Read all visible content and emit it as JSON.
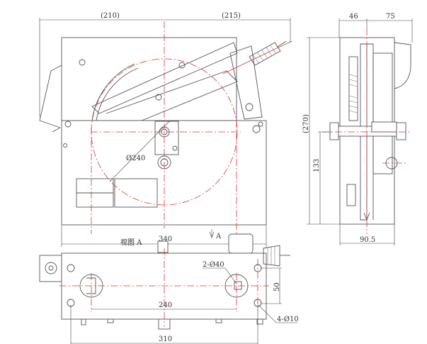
{
  "front_view": {
    "dim_left": "(210)",
    "dim_right": "(215)",
    "dim_width": "340",
    "diameter": "Ø240",
    "view_arrow_label": "A"
  },
  "side_view": {
    "dim_46": "46",
    "dim_75": "75",
    "dim_height": "(270)",
    "dim_133": "133",
    "dim_width": "90.5"
  },
  "bottom_view": {
    "title": "视图 A",
    "holes_large": "2-Ø40",
    "holes_small": "4-Ø10",
    "dim_240": "240",
    "dim_50": "50",
    "dim_310": "310"
  },
  "colors": {
    "centerline": "#d33",
    "outline": "#555"
  }
}
